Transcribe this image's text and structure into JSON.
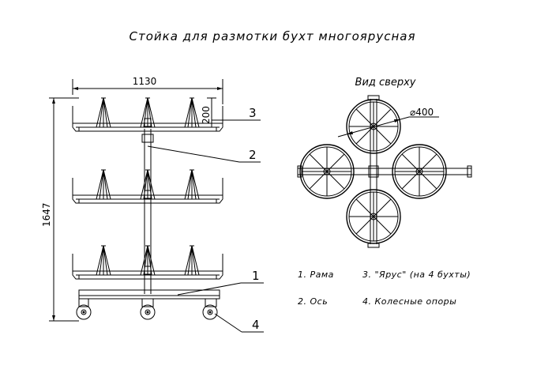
{
  "title": "Стойка для размотки бухт многоярусная",
  "top_view_title": "Вид сверху",
  "dimensions": {
    "width": "1130",
    "height": "1647",
    "tier_height": "200",
    "wheel_diameter": "⌀400"
  },
  "callouts": [
    "1",
    "2",
    "3",
    "4"
  ],
  "legend": [
    "1.  Рама",
    "2.  Ось",
    "3. \"Ярус\" (на 4  бухты)",
    "4.  Колесные  опоры"
  ]
}
